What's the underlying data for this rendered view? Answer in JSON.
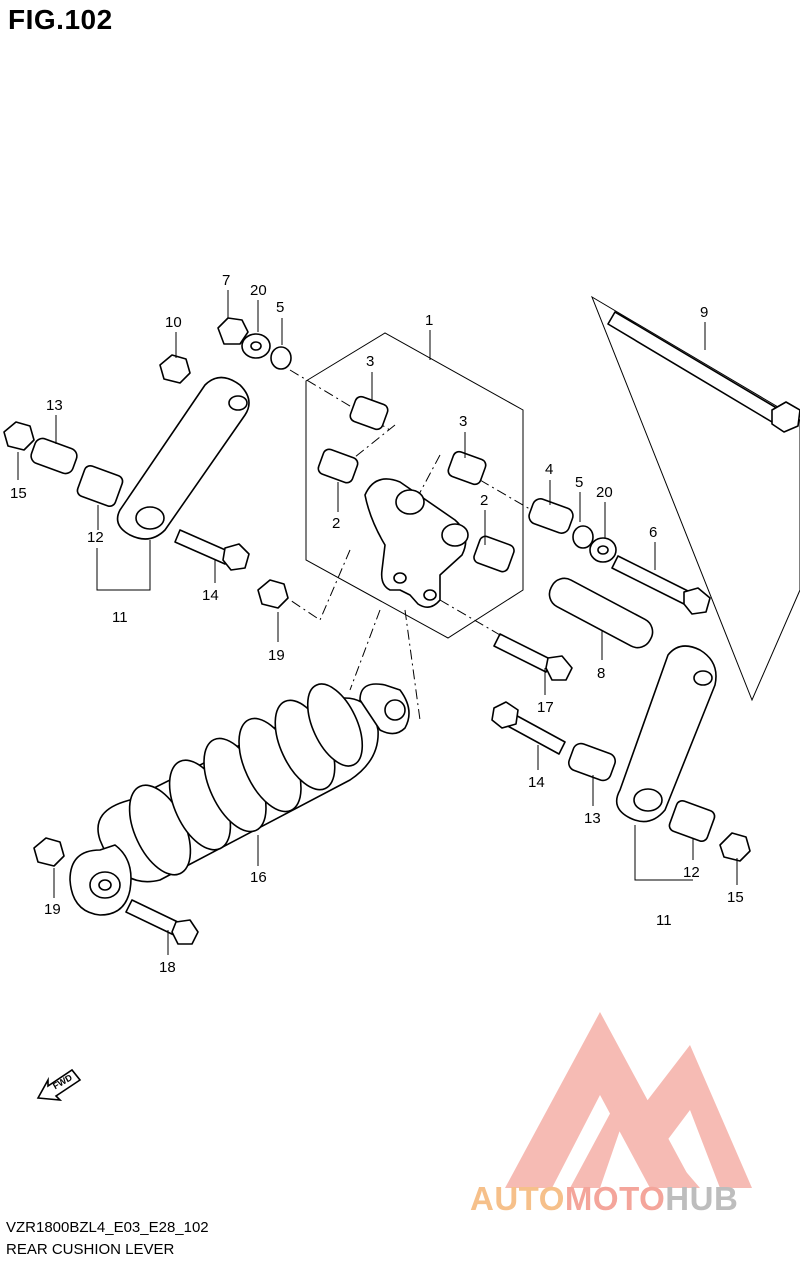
{
  "figure": {
    "title": "FIG.102"
  },
  "callouts": [
    {
      "id": "c1",
      "text": "1"
    },
    {
      "id": "c2a",
      "text": "2"
    },
    {
      "id": "c2b",
      "text": "2"
    },
    {
      "id": "c3a",
      "text": "3"
    },
    {
      "id": "c3b",
      "text": "3"
    },
    {
      "id": "c4",
      "text": "4"
    },
    {
      "id": "c5a",
      "text": "5"
    },
    {
      "id": "c5b",
      "text": "5"
    },
    {
      "id": "c6",
      "text": "6"
    },
    {
      "id": "c7",
      "text": "7"
    },
    {
      "id": "c8",
      "text": "8"
    },
    {
      "id": "c9",
      "text": "9"
    },
    {
      "id": "c10",
      "text": "10"
    },
    {
      "id": "c11a",
      "text": "11"
    },
    {
      "id": "c11b",
      "text": "11"
    },
    {
      "id": "c12a",
      "text": "12"
    },
    {
      "id": "c12b",
      "text": "12"
    },
    {
      "id": "c13a",
      "text": "13"
    },
    {
      "id": "c13b",
      "text": "13"
    },
    {
      "id": "c14a",
      "text": "14"
    },
    {
      "id": "c14b",
      "text": "14"
    },
    {
      "id": "c15a",
      "text": "15"
    },
    {
      "id": "c15b",
      "text": "15"
    },
    {
      "id": "c16",
      "text": "16"
    },
    {
      "id": "c17",
      "text": "17"
    },
    {
      "id": "c18",
      "text": "18"
    },
    {
      "id": "c19a",
      "text": "19"
    },
    {
      "id": "c19b",
      "text": "19"
    },
    {
      "id": "c20a",
      "text": "20"
    },
    {
      "id": "c20b",
      "text": "20"
    }
  ],
  "direction": {
    "text": "FWD"
  },
  "footer": {
    "code": "VZR1800BZL4_E03_E28_102",
    "caption": "REAR CUSHION LEVER"
  },
  "watermark": {
    "part1": "AUTO",
    "part2": "MOTO",
    "part3": "HUB",
    "colors": {
      "auto": "#f6c08a",
      "moto": "#f4a59b",
      "hub": "#bdbdbd",
      "triangle": "#f4a59b"
    }
  }
}
